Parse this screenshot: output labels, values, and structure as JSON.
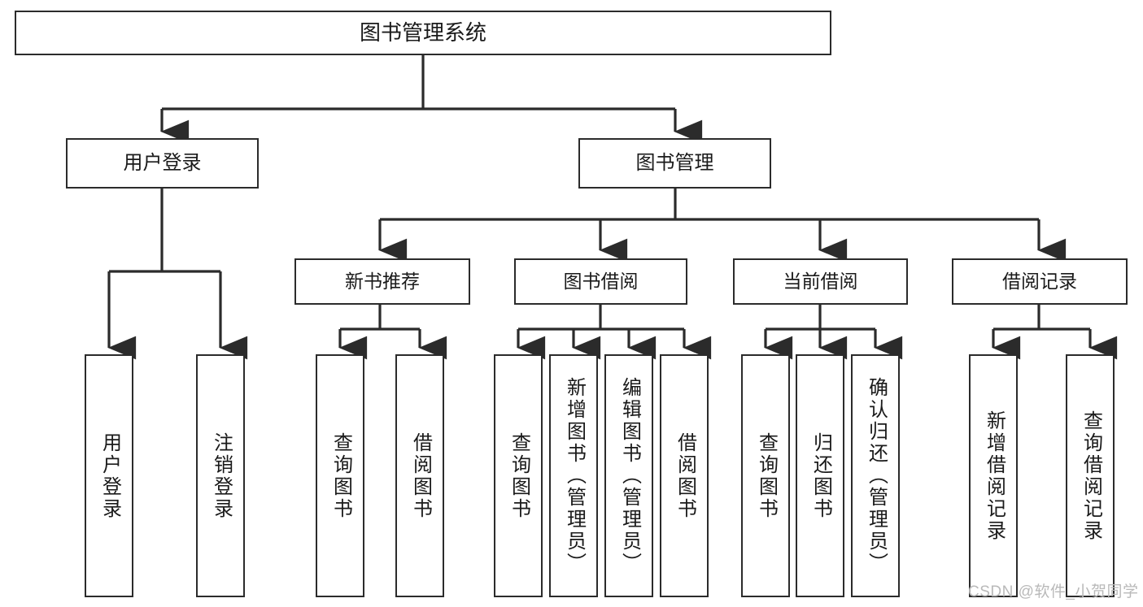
{
  "diagram": {
    "title": "图书管理系统",
    "type": "hierarchy-tree",
    "colors": {
      "box_border": "#2b2b2b",
      "box_fill": "#ffffff",
      "line": "#2b2b2b",
      "text": "#1a1a1a",
      "watermark": "#b9b9b9"
    },
    "root": {
      "label": "图书管理系统"
    },
    "level2": [
      {
        "id": "user-login",
        "label": "用户登录"
      },
      {
        "id": "book-management",
        "label": "图书管理"
      }
    ],
    "level3": [
      {
        "id": "new-book-recommend",
        "label": "新书推荐"
      },
      {
        "id": "book-borrow",
        "label": "图书借阅"
      },
      {
        "id": "current-borrow",
        "label": "当前借阅"
      },
      {
        "id": "borrow-record",
        "label": "借阅记录"
      }
    ],
    "leaves": {
      "user_login": [
        {
          "id": "leaf-user-login",
          "label": "用户登录"
        },
        {
          "id": "leaf-logout-login",
          "label": "注销登录"
        }
      ],
      "new_book_recommend": [
        {
          "id": "leaf-query-book-1",
          "label": "查询图书"
        },
        {
          "id": "leaf-borrow-book-1",
          "label": "借阅图书"
        }
      ],
      "book_borrow": [
        {
          "id": "leaf-query-book-2",
          "label": "查询图书"
        },
        {
          "id": "leaf-add-book",
          "label": "新增图书（管理员）"
        },
        {
          "id": "leaf-edit-book",
          "label": "编辑图书（管理员）"
        },
        {
          "id": "leaf-borrow-book-2",
          "label": "借阅图书"
        }
      ],
      "current_borrow": [
        {
          "id": "leaf-query-book-3",
          "label": "查询图书"
        },
        {
          "id": "leaf-return-book",
          "label": "归还图书"
        },
        {
          "id": "leaf-confirm-return",
          "label": "确认归还（管理员）"
        }
      ],
      "borrow_record": [
        {
          "id": "leaf-add-record",
          "label": "新增借阅记录"
        },
        {
          "id": "leaf-query-record",
          "label": "查询借阅记录"
        }
      ]
    },
    "watermark": "CSDN @软件_小贺同学"
  }
}
